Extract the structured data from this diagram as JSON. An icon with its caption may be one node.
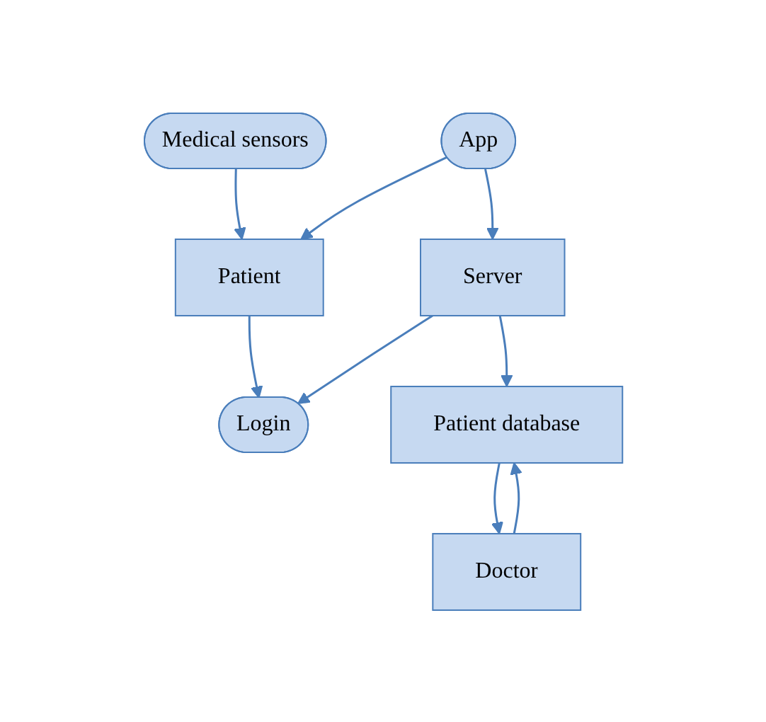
{
  "diagram": {
    "nodes": [
      {
        "text": [
          "Medical sensors"
        ]
      },
      {
        "text": [
          "Patient"
        ]
      },
      {
        "text": [
          "App"
        ]
      },
      {
        "text": [
          "Login"
        ]
      },
      {
        "text": [
          "Server"
        ]
      },
      {
        "text": [
          "Doctor"
        ]
      },
      {
        "text": [
          "Patient database"
        ]
      }
    ],
    "edges": [
      {
        "from": 0,
        "to": 1,
        "arrow": "to"
      },
      {
        "from": 2,
        "to": 1,
        "arrow": "to"
      },
      {
        "from": 1,
        "to": 3,
        "arrow": "to"
      },
      {
        "from": 2,
        "to": 4,
        "arrow": "to"
      },
      {
        "from": 4,
        "to": 3,
        "arrow": "to"
      },
      {
        "from": 4,
        "to": 6,
        "arrow": "to"
      },
      {
        "from": 5,
        "to": 6,
        "arrow": "to"
      },
      {
        "from": 6,
        "to": 5,
        "arrow": "to"
      }
    ]
  }
}
